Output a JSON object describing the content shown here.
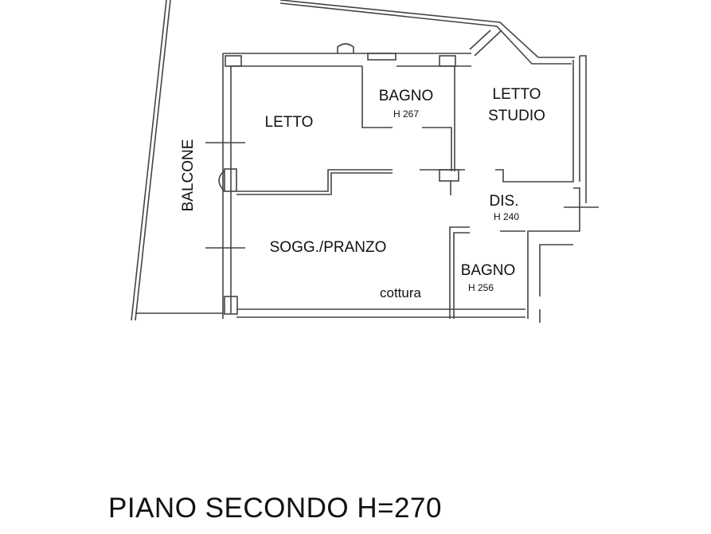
{
  "plan": {
    "title": "PIANO SECONDO H=270",
    "rooms": [
      {
        "id": "letto",
        "label": "LETTO"
      },
      {
        "id": "bagno1",
        "label": "BAGNO",
        "height": "H 267"
      },
      {
        "id": "letto-studio",
        "label_line1": "LETTO",
        "label_line2": "STUDIO"
      },
      {
        "id": "balcone",
        "label": "BALCONE"
      },
      {
        "id": "dis",
        "label": "DIS.",
        "height": "H 240"
      },
      {
        "id": "soggiorno",
        "label": "SOGG./PRANZO"
      },
      {
        "id": "bagno2",
        "label": "BAGNO",
        "height": "H 256"
      },
      {
        "id": "cottura",
        "label": "cottura"
      }
    ]
  }
}
